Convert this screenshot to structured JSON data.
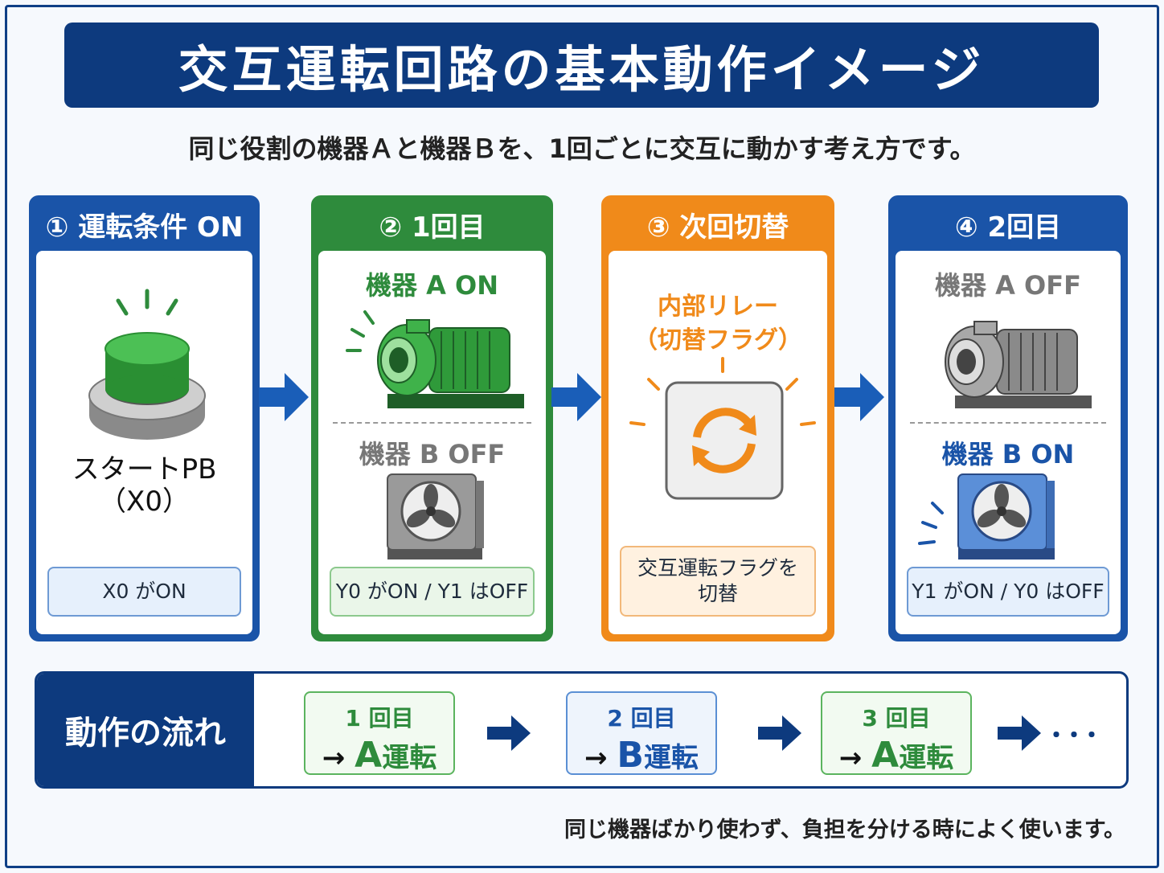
{
  "title": "交互運転回路の基本動作イメージ",
  "subtitle": "同じ役割の機器Ａと機器Ｂを、1回ごとに交互に動かす考え方です。",
  "steps": [
    {
      "header": "① 運転条件 ON",
      "device_label": "スタートPB",
      "device_sub": "（X0）",
      "status": "X0 がON",
      "color": "#1a54a8"
    },
    {
      "header": "② 1回目",
      "top_label": "機器 A ON",
      "bottom_label": "機器 B OFF",
      "status": "Y0 がON / Y1 はOFF",
      "color": "#2e8b3c"
    },
    {
      "header": "③ 次回切替",
      "relay_label_1": "内部リレー",
      "relay_label_2": "（切替フラグ）",
      "status_line1": "交互運転フラグを",
      "status_line2": "切替",
      "color": "#f08a1a"
    },
    {
      "header": "④ 2回目",
      "top_label": "機器 A OFF",
      "bottom_label": "機器 B ON",
      "status": "Y1 がON / Y0 はOFF",
      "color": "#1a54a8"
    }
  ],
  "flow": {
    "title": "動作の流れ",
    "items": [
      {
        "count": "1 回目",
        "arrow": "→",
        "unit": "A",
        "action": "運転"
      },
      {
        "count": "2 回目",
        "arrow": "→",
        "unit": "B",
        "action": "運転"
      },
      {
        "count": "3 回目",
        "arrow": "→",
        "unit": "A",
        "action": "運転"
      }
    ],
    "ellipsis": "･･･"
  },
  "footer": "同じ機器ばかり使わず、負担を分ける時によく使います。",
  "icons": {
    "step1": "push-button-icon",
    "pump": "pump-icon",
    "fan": "fan-unit-icon",
    "relay": "cycle-refresh-icon",
    "arrow": "right-arrow-icon"
  },
  "colors": {
    "navy": "#0d3a7e",
    "green_on": "#2e8b3c",
    "orange": "#f08a1a",
    "blue_on": "#1a54a8",
    "gray_off": "#777777"
  }
}
